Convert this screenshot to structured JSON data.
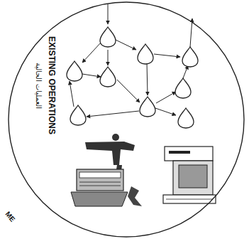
{
  "diagram": {
    "nodes": [
      {
        "text": [
          "EXISTING OPERATIONS",
          "العمليات الحالية"
        ]
      }
    ],
    "labels": [
      "ME"
    ]
  }
}
